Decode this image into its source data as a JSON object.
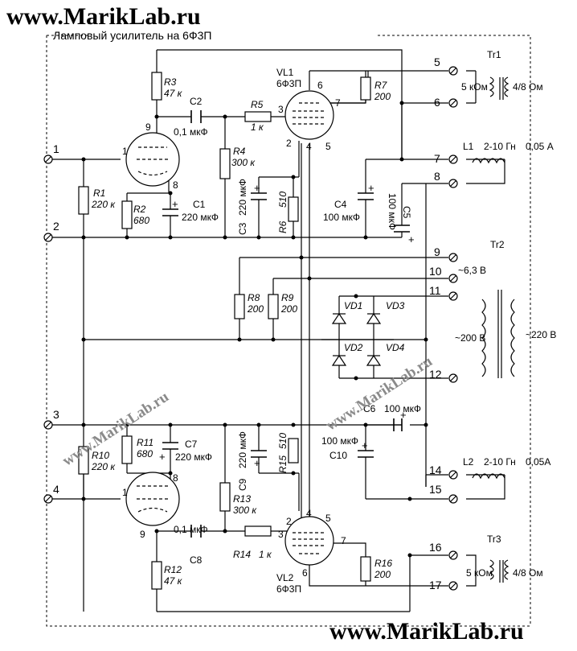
{
  "watermark": "www.MarikLab.ru",
  "title": "Ламповый усилитель на 6Ф3П",
  "terminals": [
    "1",
    "2",
    "3",
    "4",
    "5",
    "6",
    "7",
    "8",
    "9",
    "10",
    "11",
    "12",
    "14",
    "15",
    "16",
    "17"
  ],
  "tubes": {
    "vl1": {
      "name": "VL1",
      "type": "6Ф3П",
      "pins": [
        "6",
        "7",
        "3",
        "2",
        "4",
        "5"
      ]
    },
    "vl2": {
      "name": "VL2",
      "type": "6Ф3П",
      "pins": [
        "2",
        "4",
        "5",
        "3",
        "7",
        "6"
      ]
    },
    "triode1": {
      "pins": [
        "1",
        "9",
        "8"
      ]
    },
    "triode2": {
      "pins": [
        "8",
        "1",
        "9"
      ]
    }
  },
  "resistors": {
    "r1": {
      "ref": "R1",
      "value": "220 к"
    },
    "r2": {
      "ref": "R2",
      "value": "680"
    },
    "r3": {
      "ref": "R3",
      "value": "47 к"
    },
    "r4": {
      "ref": "R4",
      "value": "300 к"
    },
    "r5": {
      "ref": "R5",
      "value": "1 к"
    },
    "r6": {
      "ref": "R6",
      "value": "510"
    },
    "r7": {
      "ref": "R7",
      "value": "200"
    },
    "r8": {
      "ref": "R8",
      "value": "200"
    },
    "r9": {
      "ref": "R9",
      "value": "200"
    },
    "r10": {
      "ref": "R10",
      "value": "220 к"
    },
    "r11": {
      "ref": "R11",
      "value": "680"
    },
    "r12": {
      "ref": "R12",
      "value": "47 к"
    },
    "r13": {
      "ref": "R13",
      "value": "300 к"
    },
    "r14": {
      "ref": "R14",
      "value": "1 к"
    },
    "r15": {
      "ref": "R15",
      "value": "510"
    },
    "r16": {
      "ref": "R16",
      "value": "200"
    }
  },
  "capacitors": {
    "c1": {
      "ref": "C1",
      "value": "220 мкФ"
    },
    "c2": {
      "ref": "C2",
      "value": "0,1 мкФ"
    },
    "c3": {
      "ref": "C3",
      "value": "220 мкФ"
    },
    "c4": {
      "ref": "C4",
      "value": "100 мкФ"
    },
    "c5": {
      "ref": "C5",
      "value": "100 мкФ"
    },
    "c6": {
      "ref": "C6",
      "value": "100 мкФ"
    },
    "c7": {
      "ref": "C7",
      "value": "220 мкФ"
    },
    "c8": {
      "ref": "C8",
      "value": "0,1 мкФ"
    },
    "c9": {
      "ref": "C9",
      "value": "220 мкФ"
    },
    "c10": {
      "ref": "C10",
      "value": "100 мкФ"
    }
  },
  "inductors": {
    "l1": {
      "ref": "L1",
      "value": "2-10 Гн",
      "current": "0,05 А"
    },
    "l2": {
      "ref": "L2",
      "value": "2-10 Гн",
      "current": "0,05А"
    }
  },
  "transformers": {
    "tr1": {
      "ref": "Tr1",
      "primary": "5 кОм",
      "secondary": "4/8 Ом"
    },
    "tr2": {
      "ref": "Tr2",
      "heater": "~6,3 В",
      "secondary": "~200 В",
      "primary": "~220 В"
    },
    "tr3": {
      "ref": "Tr3",
      "primary": "5 кОм",
      "secondary": "4/8 Ом"
    }
  },
  "diodes": [
    "VD1",
    "VD3",
    "VD2",
    "VD4"
  ],
  "polarity": "+",
  "colors": {
    "ink": "#000000",
    "watermark_diag": "#8a8a8a"
  }
}
